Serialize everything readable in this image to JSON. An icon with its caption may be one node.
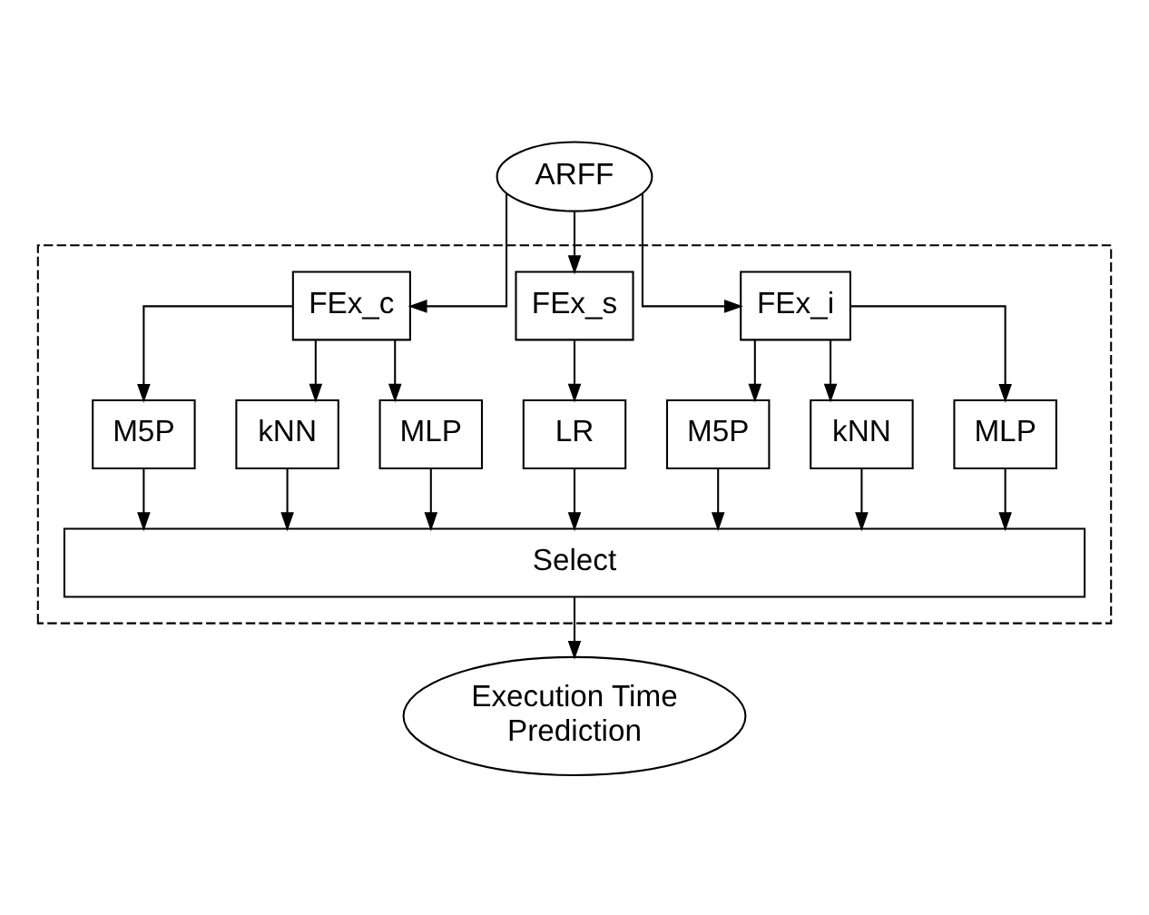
{
  "diagram": {
    "nodes": [
      {
        "text": [
          "ARFF"
        ]
      },
      {
        "text": [],
        "shape": "box"
      },
      {
        "text": [
          "FEx_i"
        ],
        "in": 1
      },
      {
        "text": [
          "FEx_s"
        ],
        "in": 1
      },
      {
        "text": [
          "FEx_c"
        ],
        "in": 1
      },
      {
        "text": [
          "M5P"
        ],
        "in": 1
      },
      {
        "text": [
          "kNN"
        ],
        "in": 1
      },
      {
        "text": [
          "MLP"
        ],
        "in": 1
      },
      {
        "text": [
          "LR"
        ],
        "in": 1
      },
      {
        "text": [
          "M5P"
        ],
        "in": 1
      },
      {
        "text": [
          "kNN"
        ],
        "in": 1
      },
      {
        "text": [
          "MLP"
        ],
        "in": 1
      },
      {
        "text": [
          "Select"
        ],
        "in": 1
      },
      {
        "text": [
          "Execution Time Prediction"
        ]
      }
    ],
    "edges": [
      {
        "from": 0,
        "to": 2,
        "arrow": "to"
      },
      {
        "from": 0,
        "to": 3,
        "arrow": "to"
      },
      {
        "from": 0,
        "to": 4,
        "arrow": "to"
      },
      {
        "from": 2,
        "to": 5,
        "arrow": "to"
      },
      {
        "from": 2,
        "to": 6,
        "arrow": "to"
      },
      {
        "from": 2,
        "to": 7,
        "arrow": "to"
      },
      {
        "from": 3,
        "to": 8,
        "arrow": "to"
      },
      {
        "from": 4,
        "to": 9,
        "arrow": "to"
      },
      {
        "from": 4,
        "to": 10,
        "arrow": "to"
      },
      {
        "from": 4,
        "to": 11,
        "arrow": "to"
      },
      {
        "from": 5,
        "to": 12,
        "arrow": "to"
      },
      {
        "from": 6,
        "to": 12,
        "arrow": "to"
      },
      {
        "from": 7,
        "to": 12,
        "arrow": "to"
      },
      {
        "from": 8,
        "to": 12,
        "arrow": "to"
      },
      {
        "from": 9,
        "to": 12,
        "arrow": "to"
      },
      {
        "from": 10,
        "to": 12,
        "arrow": "to"
      },
      {
        "from": 11,
        "to": 12,
        "arrow": "to"
      },
      {
        "from": 12,
        "to": 13,
        "arrow": "to"
      }
    ]
  }
}
